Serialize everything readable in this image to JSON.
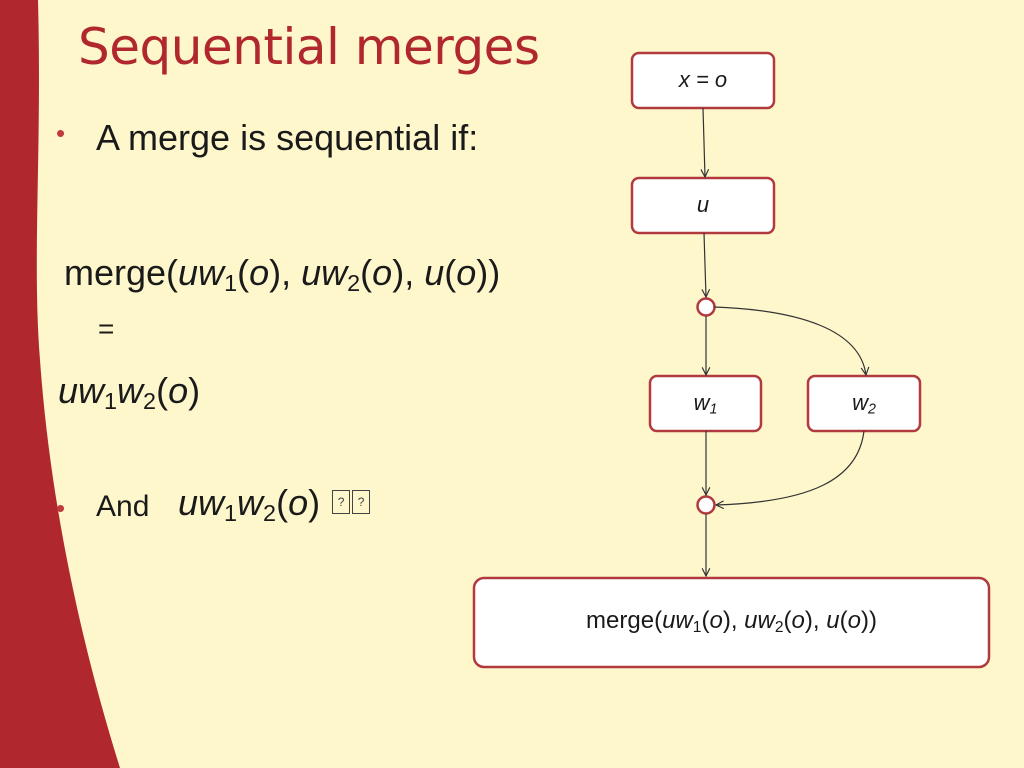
{
  "slide": {
    "title": "Sequential merges",
    "bullet1": "A merge is sequential if:",
    "expr1": {
      "prefix": "merge(",
      "a_var": "uw",
      "a_sub": "1",
      "a_arg": "o",
      "sep1": ", ",
      "b_var": "uw",
      "b_sub": "2",
      "b_arg": "o",
      "sep2": ", ",
      "c_var": "u",
      "c_arg": "o",
      "suffix": ")"
    },
    "equals": "=",
    "expr2": {
      "v1": "uw",
      "s1": "1",
      "v2": "w",
      "s2": "2",
      "arg": "o"
    },
    "bullet2": {
      "label": "And",
      "v1": "uw",
      "s1": "1",
      "v2": "w",
      "s2": "2",
      "arg": "o",
      "glyph1": "?",
      "glyph2": "?"
    }
  },
  "diagram": {
    "node_x": "x = o",
    "node_u": "u",
    "node_w1": {
      "var": "w",
      "sub": "1"
    },
    "node_w2": {
      "var": "w",
      "sub": "2"
    },
    "node_merge": {
      "prefix": "merge(",
      "a_var": "uw",
      "a_sub": "1",
      "a_arg": "o",
      "sep1": ", ",
      "b_var": "uw",
      "b_sub": "2",
      "b_arg": "o",
      "sep2": ", ",
      "c_var": "u",
      "c_arg": "o",
      "suffix": ")"
    }
  },
  "colors": {
    "background": "#fef7cc",
    "sidebar": "#b0282d",
    "title": "#b0282d",
    "node_border": "#b03a3e"
  }
}
